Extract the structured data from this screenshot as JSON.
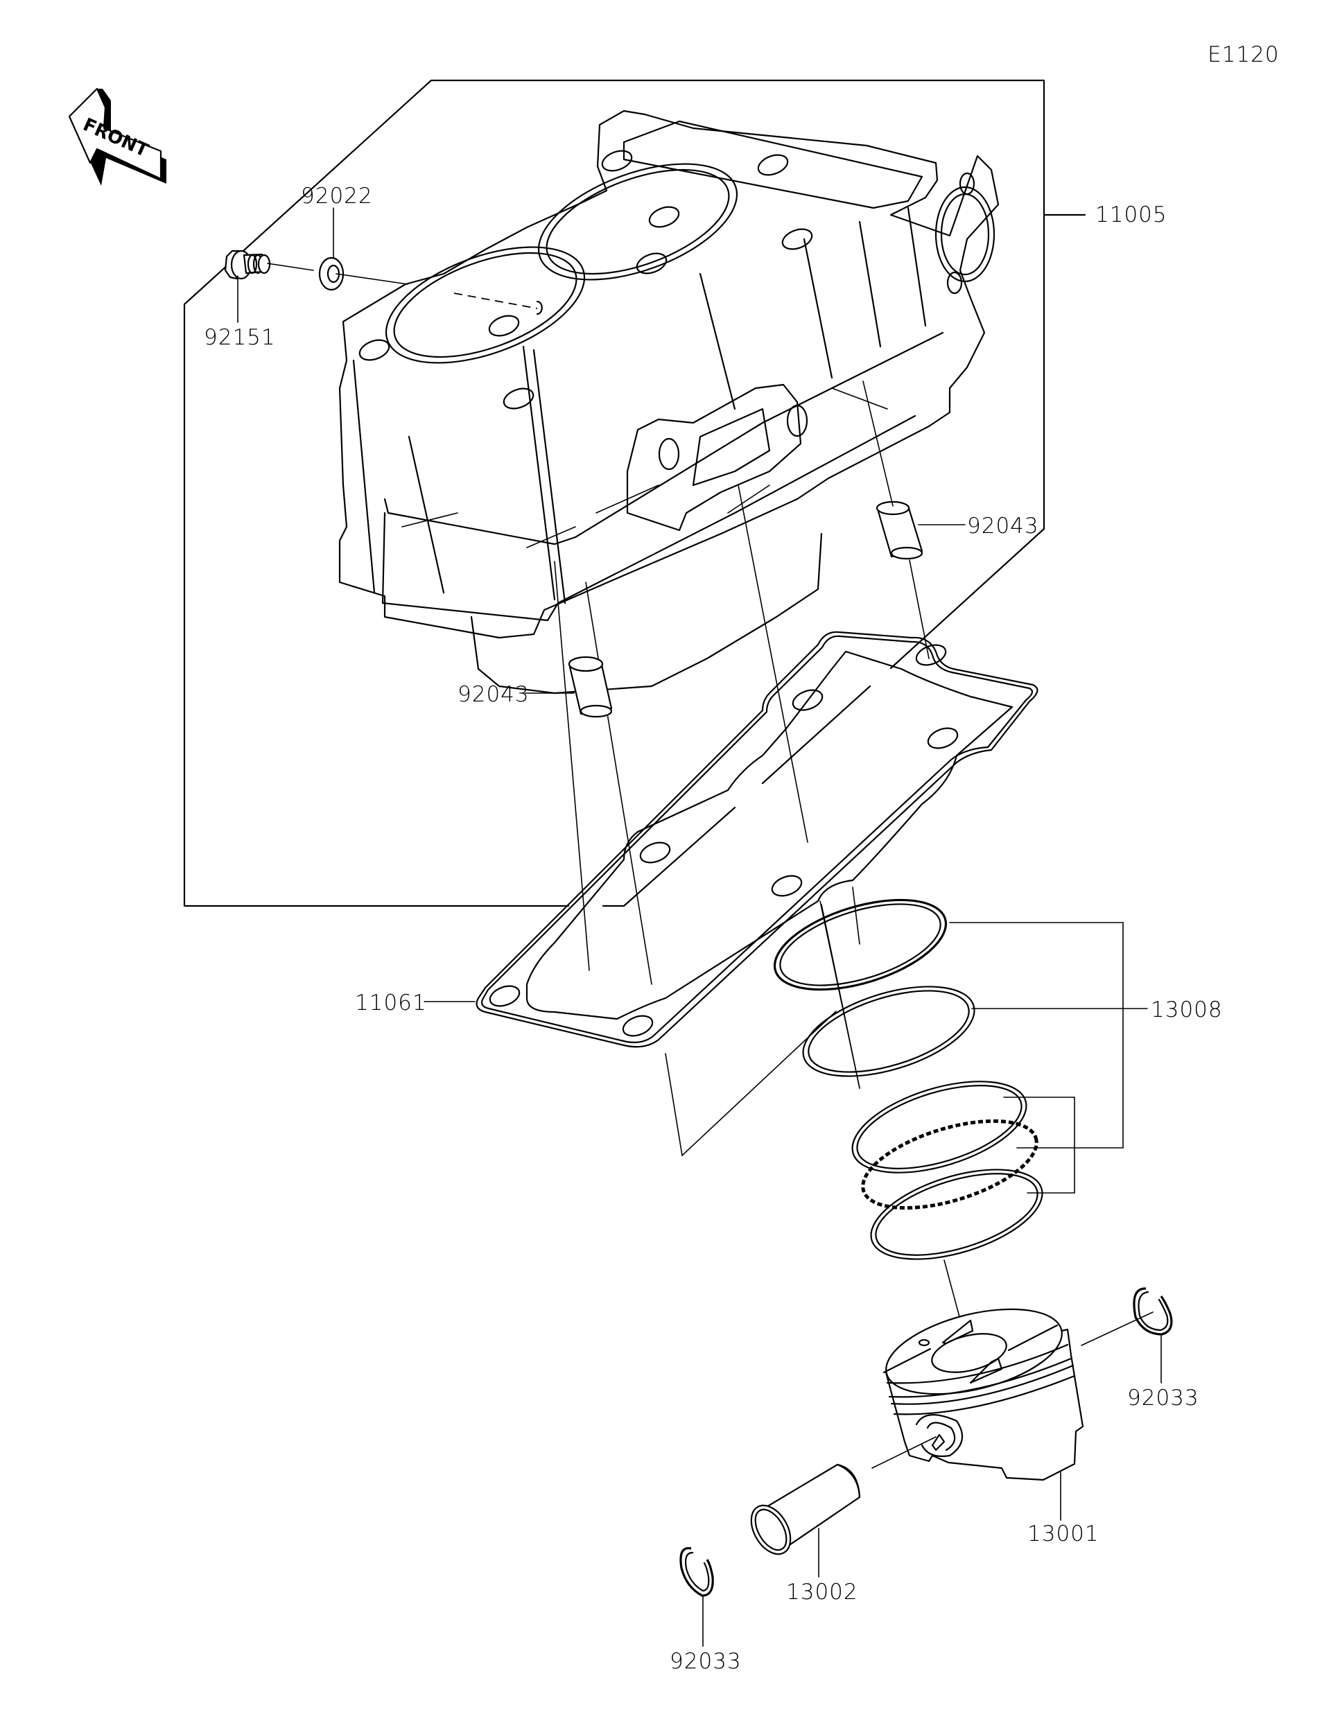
{
  "diagram": {
    "code": "E1120",
    "direction_marker": "FRONT",
    "parts": {
      "cylinder": "11005",
      "cylinder_gasket": "11061",
      "piston_ring_set": "13008",
      "piston": "13001",
      "piston_pin": "13002",
      "dowel_pin_upper": "92043",
      "dowel_pin_lower": "92043",
      "washer": "92022",
      "bolt": "92151",
      "snap_ring_right": "92033",
      "snap_ring_left": "92033"
    }
  }
}
